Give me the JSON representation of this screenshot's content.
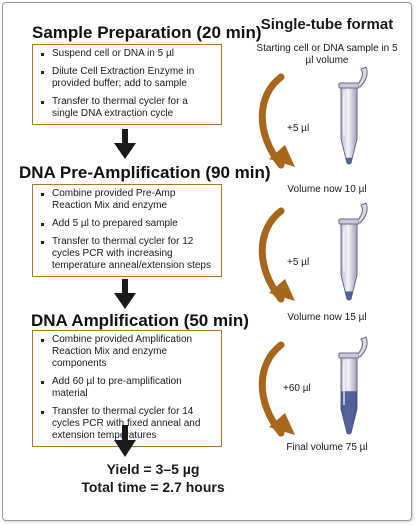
{
  "stages": [
    {
      "title": "Sample Preparation (20 min)",
      "steps": [
        "Suspend cell or DNA in 5 µl",
        "Dilute Cell Extraction Enzyme in provided buffer; add to sample",
        "Transfer to thermal cycler for a single DNA extraction cycle"
      ]
    },
    {
      "title": "DNA Pre-Amplification (90 min)",
      "steps": [
        "Combine provided Pre-Amp Reaction Mix and enzyme",
        "Add 5 µl to prepared sample",
        "Transfer to thermal cycler for 12 cycles PCR with increasing temperature anneal/extension steps"
      ]
    },
    {
      "title": "DNA Amplification (50 min)",
      "steps": [
        "Combine provided Amplification Reaction Mix and enzyme components",
        "Add 60 µl to pre-amplification material",
        "Transfer to thermal cycler for 14 cycles PCR with fixed anneal and extension temperatures"
      ]
    }
  ],
  "summary": {
    "yield": "Yield = 3–5 µg",
    "total_time": "Total time = 2.7 hours"
  },
  "single_tube": {
    "title": "Single-tube format",
    "subtitle": "Starting cell or DNA sample in 5 µl volume",
    "additions": [
      "+5 µl",
      "+5 µl",
      "+60 µl"
    ],
    "volumes": [
      "Volume now 10 µl",
      "Volume now 15 µl",
      "Final volume 75 µl"
    ],
    "tube_fill_levels": [
      0.07,
      0.1,
      0.55
    ]
  },
  "colors": {
    "box_border": "#b07425",
    "curved_arrow": "#a8651c",
    "down_arrow": "#1a1a1a",
    "tube_liquid": "#3b4a8c",
    "tube_body": "#dcdcec"
  }
}
